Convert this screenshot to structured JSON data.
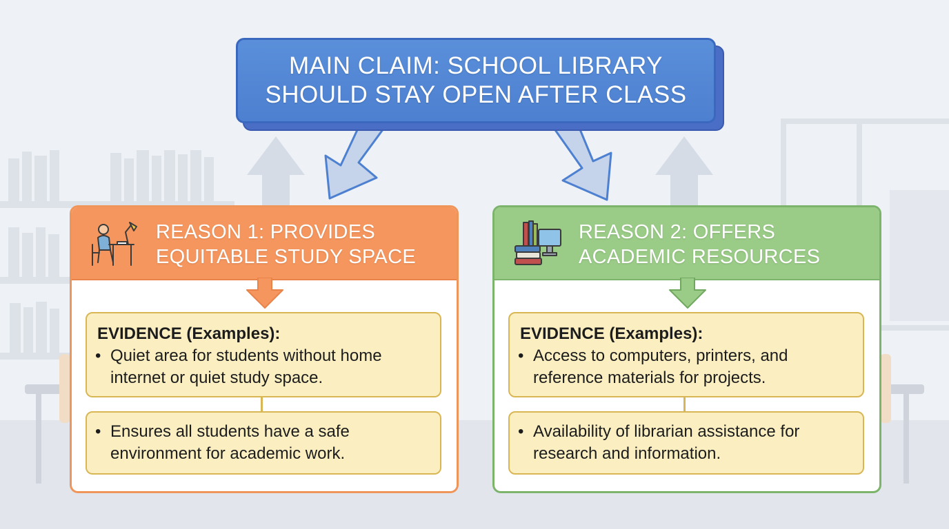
{
  "claim": {
    "line1": "MAIN CLAIM: SCHOOL LIBRARY",
    "line2": "SHOULD STAY OPEN AFTER CLASS"
  },
  "reasons": [
    {
      "title_line1": "REASON 1: PROVIDES",
      "title_line2": "EQUITABLE STUDY SPACE",
      "icon": "student-at-desk-icon",
      "color": "#f5965e",
      "evidence_heading": "EVIDENCE (Examples):",
      "items": [
        "Quiet area for students without home internet or quiet study space.",
        "Ensures all students have a safe environment for academic work."
      ]
    },
    {
      "title_line1": "REASON 2: OFFERS",
      "title_line2": "ACADEMIC RESOURCES",
      "icon": "books-and-computer-icon",
      "color": "#9acb87",
      "evidence_heading": "EVIDENCE (Examples):",
      "items": [
        "Access to computers, printers, and reference materials for projects.",
        "Availability of librarian assistance for research and information."
      ]
    }
  ],
  "colors": {
    "claim": "#4d80d0",
    "evidence_fill": "#fbefc2",
    "evidence_border": "#d8b653"
  },
  "bullet": "•"
}
